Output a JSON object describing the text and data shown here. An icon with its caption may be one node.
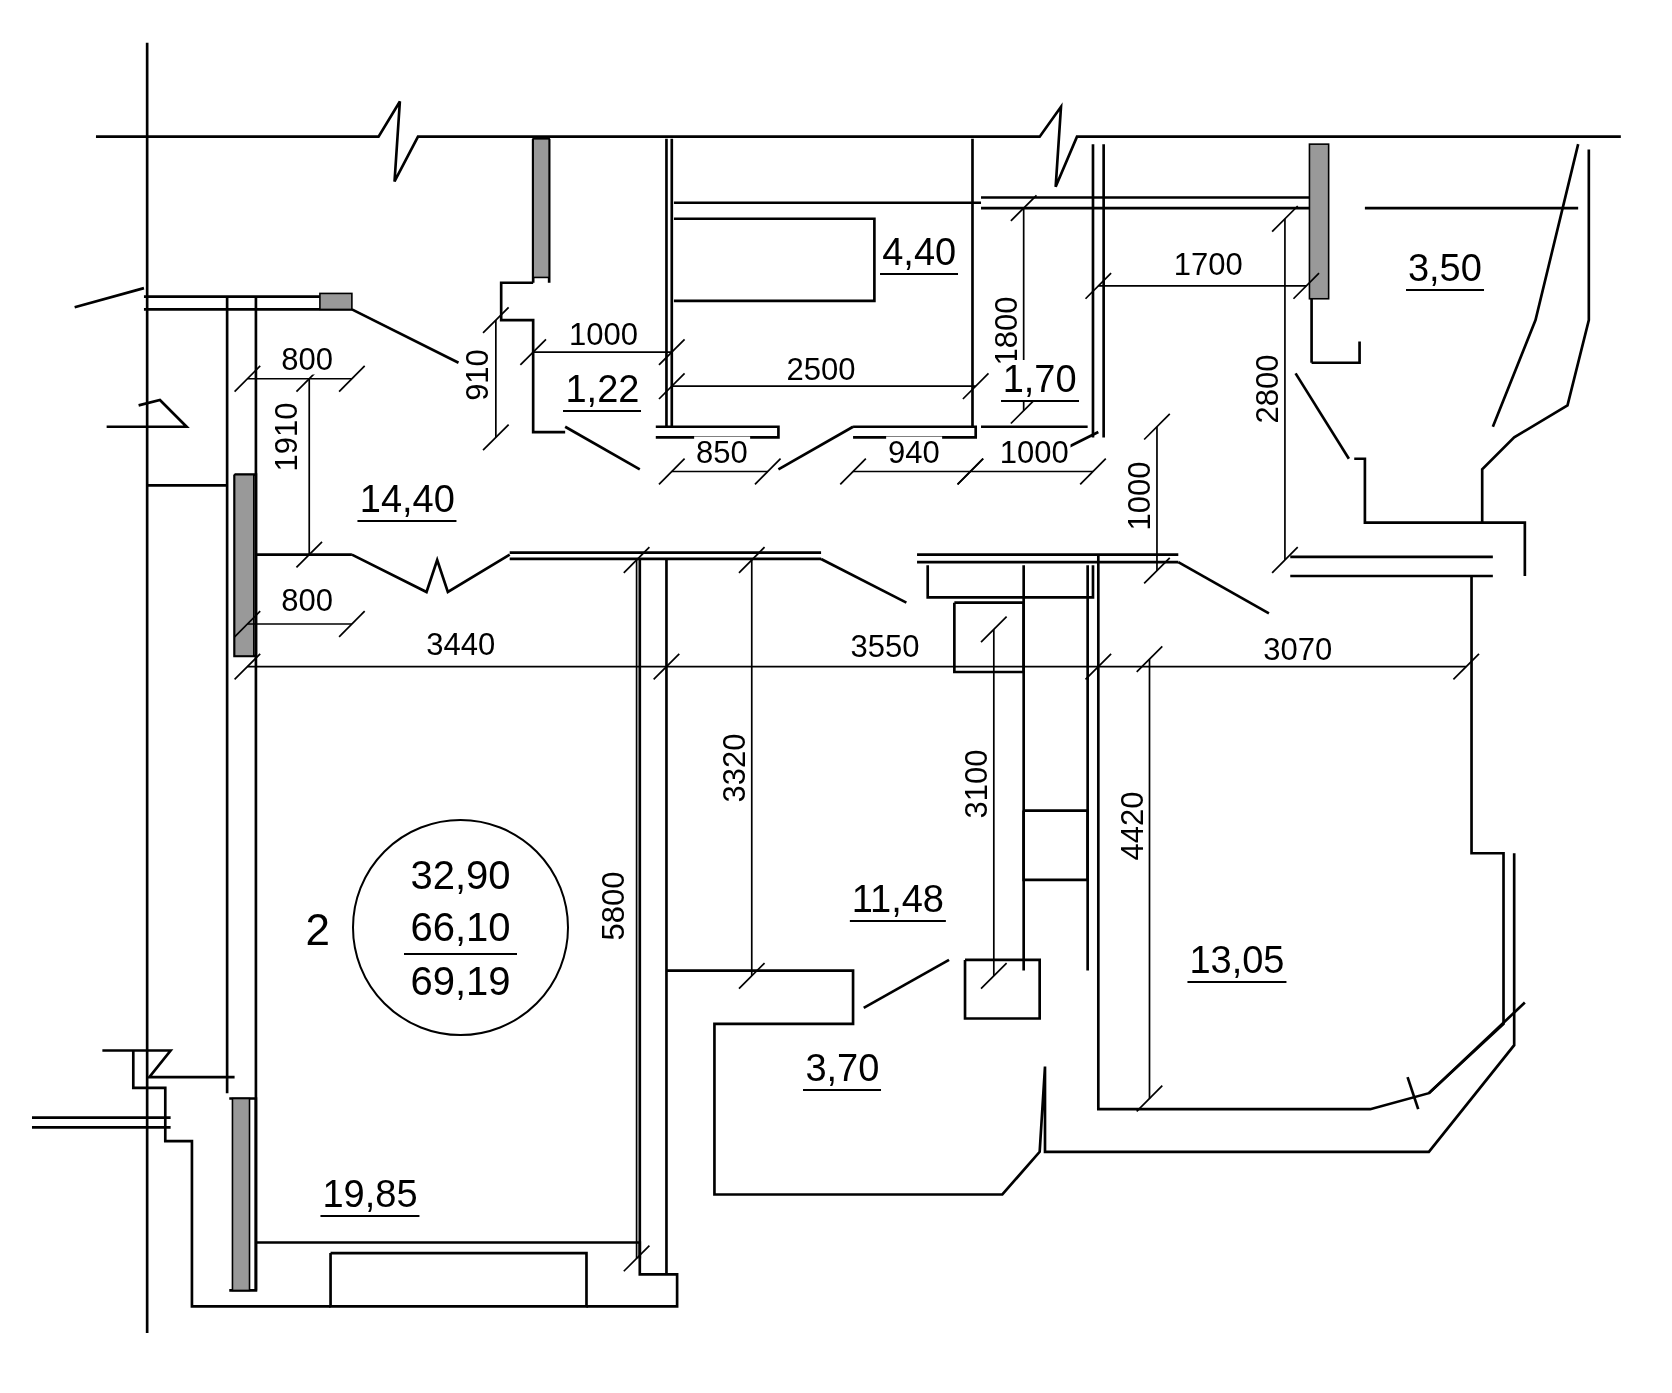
{
  "diagram": {
    "nodes": [
      {
        "text": [
          "32,90",
          "66,10",
          "69,19"
        ]
      }
    ],
    "edges": [],
    "labels": [
      "4,40",
      "1700",
      "3,50",
      "1000",
      "800",
      "1800",
      "2500",
      "910",
      "1,22",
      "1,70",
      "2800",
      "1910",
      "850",
      "940",
      "1000",
      "14,40",
      "1000",
      "800",
      "3440",
      "3550",
      "3070",
      "3320",
      "3100",
      "4420",
      "11,48",
      "5800",
      "2",
      "13,05",
      "3,70",
      "19,85"
    ]
  }
}
